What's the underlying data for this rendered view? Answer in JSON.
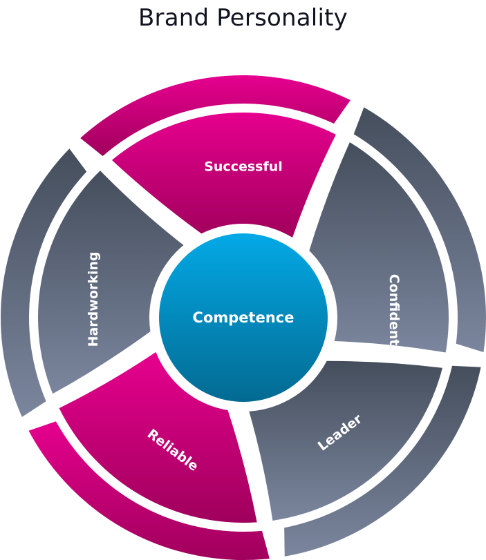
{
  "title": "Brand Personality",
  "center": {
    "label": "Competence",
    "color_top": "#03a9e6",
    "color_bottom": "#036a92"
  },
  "segments": [
    {
      "label": "Successful",
      "style": "magenta"
    },
    {
      "label": "Confident",
      "style": "gray"
    },
    {
      "label": "Leader",
      "style": "gray"
    },
    {
      "label": "Reliable",
      "style": "magenta"
    },
    {
      "label": "Hardworking",
      "style": "gray"
    }
  ],
  "colors": {
    "magenta_light": "#e6008e",
    "magenta_dark": "#a0005c",
    "gray_dark": "#454e5c",
    "gray_light": "#7b869e"
  }
}
